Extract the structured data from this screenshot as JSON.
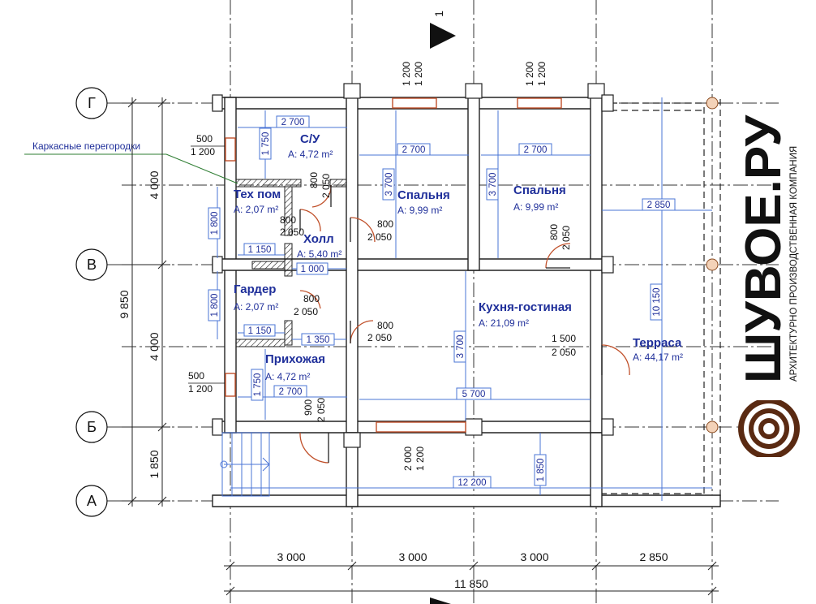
{
  "north_marker": "1",
  "axes": {
    "rows": [
      {
        "key": "G",
        "label": "Г"
      },
      {
        "key": "V",
        "label": "В"
      },
      {
        "key": "B",
        "label": "Б"
      },
      {
        "key": "A",
        "label": "А"
      }
    ]
  },
  "note": "Каркасные перегородки",
  "rooms": [
    {
      "key": "su",
      "name": "С/У",
      "area": "A: 4,72 m²"
    },
    {
      "key": "bed1",
      "name": "Спальня",
      "area": "A: 9,99 m²"
    },
    {
      "key": "bed2",
      "name": "Спальня",
      "area": "A: 9,99 m²"
    },
    {
      "key": "tech",
      "name": "Тех пом",
      "area": "A: 2,07 m²"
    },
    {
      "key": "hall",
      "name": "Холл",
      "area": "A: 5,40 m²"
    },
    {
      "key": "garder",
      "name": "Гардер",
      "area": "A: 2,07 m²"
    },
    {
      "key": "kitchen",
      "name": "Кухня-гостиная",
      "area": "A: 21,09 m²"
    },
    {
      "key": "terrace",
      "name": "Терраса",
      "area": "A: 44,17 m²"
    },
    {
      "key": "entry",
      "name": "Прихожая",
      "area": "A: 4,72 m²"
    }
  ],
  "blue_dims": {
    "d2700_su": "2 700",
    "d2700_bed1": "2 700",
    "d2700_bed2": "2 700",
    "d2850": "2 850",
    "d1750_top": "1 750",
    "d1750_bot": "1 750",
    "d3700_bed1": "3 700",
    "d3700_bed2": "3 700",
    "d3700_kitchen": "3 700",
    "d1800_top": "1 800",
    "d1800_bot": "1 800",
    "d1150_top": "1 150",
    "d1150_bot": "1 150",
    "d1000": "1 000",
    "d1350": "1 350",
    "d2700_entry": "2 700",
    "d5700": "5 700",
    "d10150": "10 150",
    "d1850_porch": "1 850",
    "d12200": "12 200"
  },
  "door_labels": {
    "win_top1_a": "1 200",
    "win_top1_b": "1 200",
    "win_top2_a": "1 200",
    "win_top2_b": "1 200",
    "win_left1_a": "500",
    "win_left1_b": "1 200",
    "win_left2_a": "500",
    "win_left2_b": "1 200",
    "door_su_a": "800",
    "door_su_b": "2 050",
    "door_tech_a": "800",
    "door_tech_b": "2 050",
    "door_bed1_a": "800",
    "door_bed1_b": "2 050",
    "door_bed2_a": "800",
    "door_bed2_b": "2 050",
    "door_garder_a": "800",
    "door_garder_b": "2 050",
    "door_kitchen_a": "800",
    "door_kitchen_b": "2 050",
    "door_terrace_a": "1 500",
    "door_terrace_b": "2 050",
    "door_entry_a": "900",
    "door_entry_b": "2 050",
    "win_bottom_a": "2 000",
    "win_bottom_b": "1 200"
  },
  "black_dims": {
    "left_4000_top": "4 000",
    "left_4000_bot": "4 000",
    "left_9850": "9 850",
    "left_1850": "1 850",
    "bottom_1": "3 000",
    "bottom_2": "3 000",
    "bottom_3": "3 000",
    "bottom_4": "2 850",
    "bottom_total": "11 850"
  },
  "brand": {
    "name": "ШУВОЕ.РУ",
    "tagline": "АРХИТЕКТУРНО ПРОИЗВОДСТВЕННАЯ КОМПАНИЯ"
  }
}
